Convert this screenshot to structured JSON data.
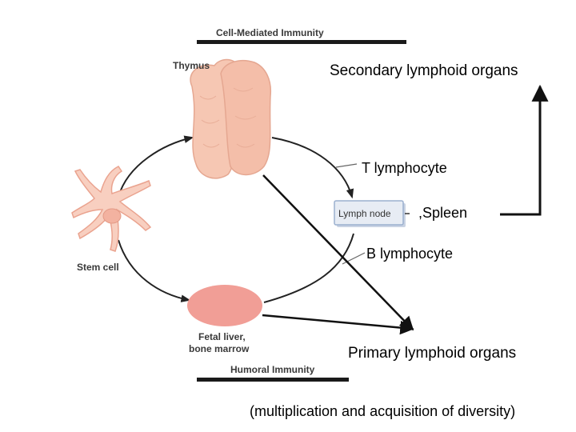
{
  "labels": {
    "cell_mediated": "Cell-Mediated Immunity",
    "humoral": "Humoral Immunity",
    "thymus": "Thymus",
    "stem_cell": "Stem cell",
    "fetal_liver_line1": "Fetal liver,",
    "fetal_liver_line2": "bone marrow",
    "lymph_node": "Lymph node",
    "secondary": "Secondary lymphoid organs",
    "t_lymphocyte": "T lymphocyte",
    "spleen": ",Spleen",
    "b_lymphocyte": "B lymphocyte",
    "primary": "Primary lymphoid organs",
    "note": "(multiplication and acquisition of diversity)"
  },
  "colors": {
    "thymus_fill": "#f6c7b3",
    "thymus_stroke": "#e5a791",
    "stem_cell_fill": "#f8cfc0",
    "marrow_fill": "#f19e96",
    "lymph_node_box": "#e7ecf4",
    "lymph_node_border": "#9bb0cf",
    "bar": "#1a1a1a",
    "circle_arrow": "#222222"
  },
  "icons": [
    "thymus-organ",
    "stem-cell",
    "bone-marrow-blob",
    "lymph-node-box"
  ]
}
